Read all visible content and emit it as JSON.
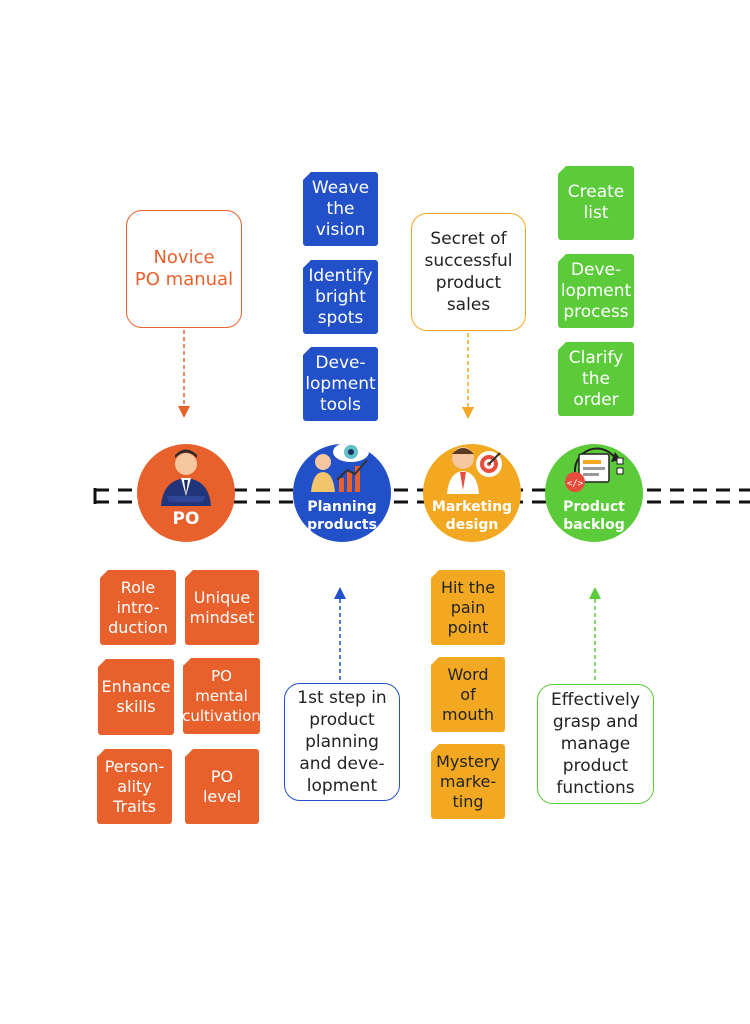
{
  "callouts": {
    "novice": "Novice\nPO manual",
    "secret": "Secret of\nsuccessful\nproduct\nsales",
    "first_step": "1st step in\nproduct\nplanning\nand deve-\nlopment",
    "grasp": "Effectively\ngrasp and\nmanage\nproduct\nfunctions"
  },
  "nodes": {
    "po": "PO",
    "planning": "Planning\nproducts",
    "marketing": "Marketing\ndesign",
    "backlog": "Product\nbacklog"
  },
  "planning_cards": [
    "Weave\nthe\nvision",
    "Identify\nbright\nspots",
    "Deve-\nlopment\ntools"
  ],
  "backlog_cards": [
    "Create\nlist",
    "Deve-\nlopment\nprocess",
    "Clarify\nthe\norder"
  ],
  "po_cards": [
    "Role\nintro-\nduction",
    "Unique\nmindset",
    "Enhance\nskills",
    "PO\nmental\ncultivation",
    "Person-\nality\nTraits",
    "PO\nlevel"
  ],
  "marketing_cards": [
    "Hit the\npain\npoint",
    "Word\nof\nmouth",
    "Mystery\nmarke-\nting"
  ],
  "colors": {
    "orange_dark": "#E8612C",
    "blue": "#2250C9",
    "yellow": "#F2A921",
    "green": "#5CCB3A",
    "callout_orange": "#E8612C",
    "callout_blue": "#2250C9",
    "callout_green": "#5CCB3A",
    "callout_yellow": "#F2A921"
  },
  "icons": [
    "businessman-icon",
    "vision-chart-icon",
    "marketing-target-icon",
    "backlog-code-icon"
  ]
}
